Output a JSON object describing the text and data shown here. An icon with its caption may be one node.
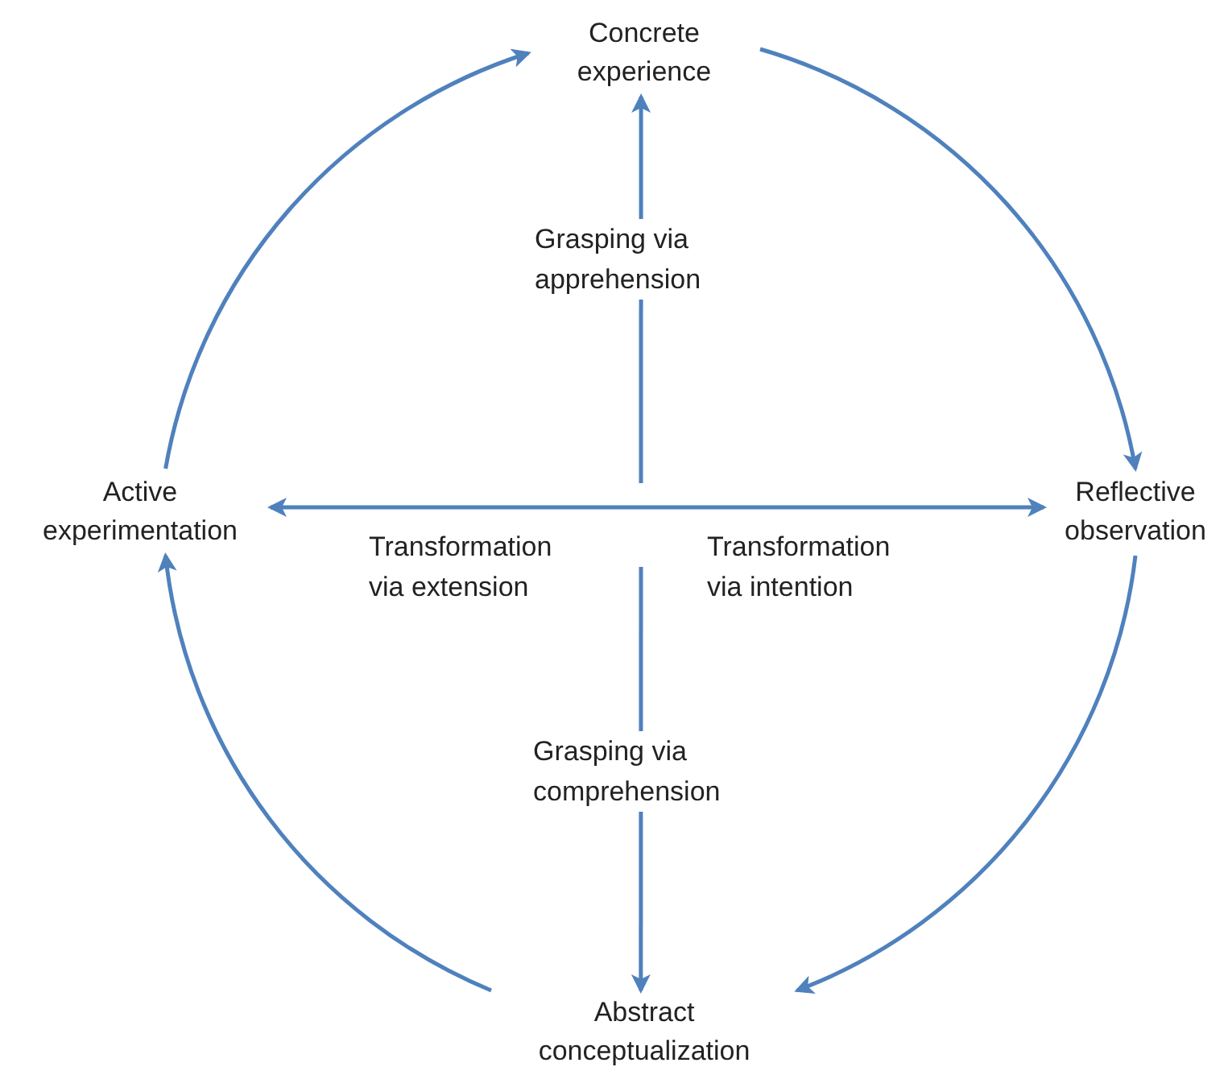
{
  "diagram": {
    "nodes": [
      {
        "text": [
          "Concrete experience"
        ]
      },
      {
        "text": [
          "Reflective observation"
        ]
      },
      {
        "text": [
          "Abstract conceptualization"
        ]
      },
      {
        "text": [
          "Active experimentation"
        ]
      }
    ],
    "edges": [
      {
        "from": 3,
        "to": 0,
        "arrow": "to"
      },
      {
        "from": 0,
        "to": 1,
        "arrow": "to"
      },
      {
        "from": 1,
        "to": 2,
        "arrow": "to"
      },
      {
        "from": 2,
        "to": 3,
        "arrow": "to"
      },
      {
        "from": null,
        "to": 0,
        "arrow": "to",
        "label": "Grasping via apprehension"
      },
      {
        "from": null,
        "to": 3,
        "arrow": "to",
        "label": "Transformation via extension"
      },
      {
        "from": null,
        "to": 1,
        "arrow": "to",
        "label": "Transformation via intention"
      },
      {
        "from": null,
        "to": 2,
        "arrow": "to",
        "label": "Grasping via comprehension"
      }
    ]
  }
}
